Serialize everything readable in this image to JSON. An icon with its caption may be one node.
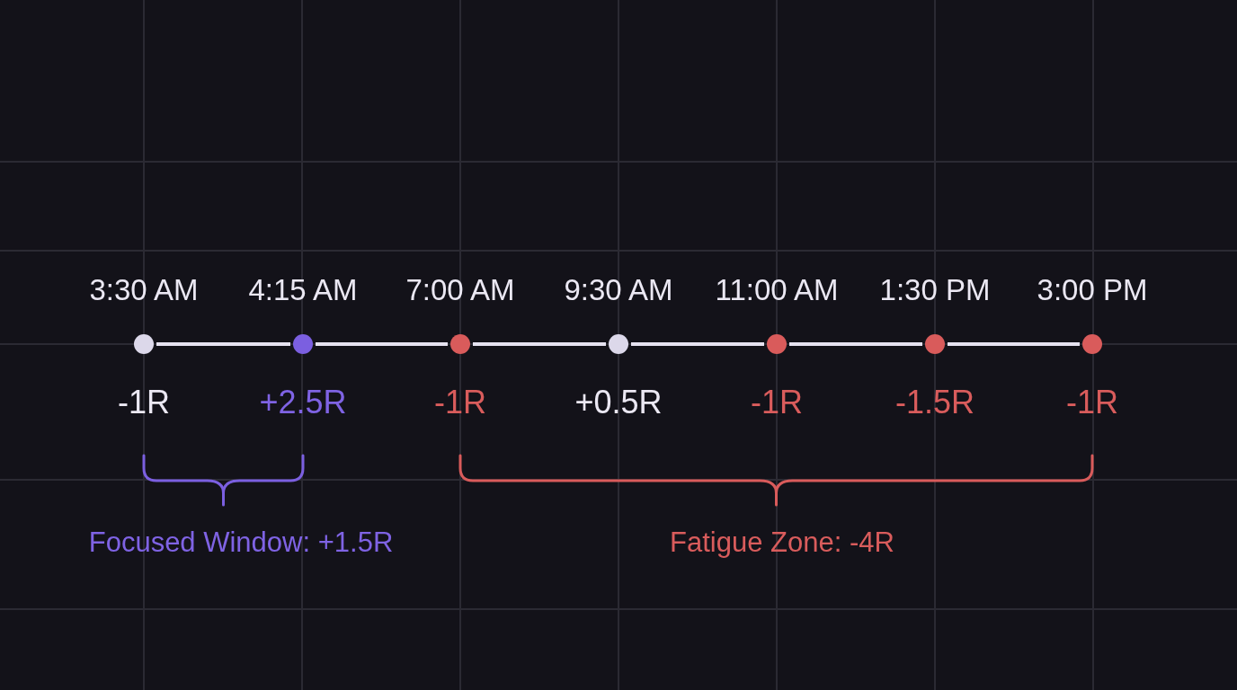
{
  "diagram": {
    "nodes": [
      {
        "text": [],
        "shape": "circle",
        "beside": [
          "3:30 AM",
          "-1R"
        ]
      },
      {
        "text": [],
        "shape": "circle",
        "beside": [
          "4:15 AM",
          "+2.5R"
        ]
      },
      {
        "text": [],
        "shape": "circle",
        "beside": [
          "7:00 AM",
          "-1R"
        ]
      },
      {
        "text": [],
        "shape": "circle",
        "beside": [
          "9:30 AM",
          "+0.5R"
        ]
      },
      {
        "text": [],
        "shape": "circle",
        "beside": [
          "11:00 AM",
          "-1R"
        ]
      },
      {
        "text": [],
        "shape": "circle",
        "beside": [
          "1:30 PM",
          "-1.5R"
        ]
      },
      {
        "text": [],
        "shape": "circle",
        "beside": [
          "3:00 PM",
          "-1R"
        ]
      }
    ],
    "edges": [
      {
        "from": 0,
        "to": 1,
        "arrow": "none"
      },
      {
        "from": 1,
        "to": 2,
        "arrow": "none"
      },
      {
        "from": 2,
        "to": 3,
        "arrow": "none"
      },
      {
        "from": 3,
        "to": 4,
        "arrow": "none"
      },
      {
        "from": 4,
        "to": 5,
        "arrow": "none"
      },
      {
        "from": 5,
        "to": 6,
        "arrow": "none"
      }
    ],
    "labels": [
      "Focused Window: +1.5R",
      "Fatigue Zone: -4R"
    ]
  }
}
